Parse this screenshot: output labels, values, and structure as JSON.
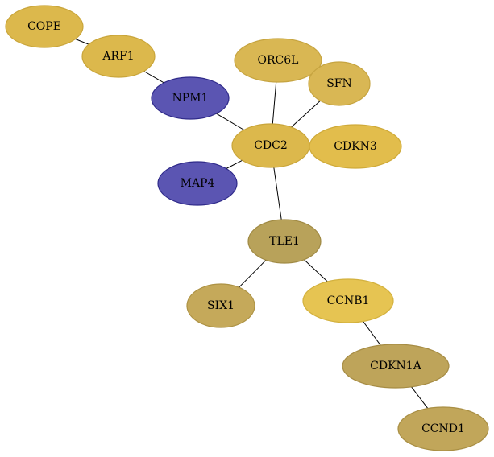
{
  "graph": {
    "nodes": [
      {
        "id": "COPE",
        "label": "COPE",
        "fill": "#dcb84c",
        "stroke": "#c9a53a"
      },
      {
        "id": "ARF1",
        "label": "ARF1",
        "fill": "#dcb84c",
        "stroke": "#c9a53a"
      },
      {
        "id": "ORC6L",
        "label": "ORC6L",
        "fill": "#d9b753",
        "stroke": "#c6a440"
      },
      {
        "id": "SFN",
        "label": "SFN",
        "fill": "#d9b754",
        "stroke": "#c6a440"
      },
      {
        "id": "NPM1",
        "label": "NPM1",
        "fill": "#5b55b2",
        "stroke": "#2f2a8a"
      },
      {
        "id": "CDC2",
        "label": "CDC2",
        "fill": "#dcb84c",
        "stroke": "#c9a53a"
      },
      {
        "id": "CDKN3",
        "label": "CDKN3",
        "fill": "#e2bd4c",
        "stroke": "#cfaa39"
      },
      {
        "id": "MAP4",
        "label": "MAP4",
        "fill": "#5b55b2",
        "stroke": "#2f2a8a"
      },
      {
        "id": "TLE1",
        "label": "TLE1",
        "fill": "#b8a25a",
        "stroke": "#a08a44"
      },
      {
        "id": "SIX1",
        "label": "SIX1",
        "fill": "#c5a95a",
        "stroke": "#ad9244"
      },
      {
        "id": "CCNB1",
        "label": "CCNB1",
        "fill": "#e6c452",
        "stroke": "#d3b13e"
      },
      {
        "id": "CDKN1A",
        "label": "CDKN1A",
        "fill": "#bea45a",
        "stroke": "#a68c44"
      },
      {
        "id": "CCND1",
        "label": "CCND1",
        "fill": "#c1a65a",
        "stroke": "#a98f44"
      }
    ],
    "edges": [
      {
        "from": "COPE",
        "to": "ARF1"
      },
      {
        "from": "ARF1",
        "to": "NPM1"
      },
      {
        "from": "NPM1",
        "to": "CDC2"
      },
      {
        "from": "ORC6L",
        "to": "CDC2"
      },
      {
        "from": "SFN",
        "to": "CDC2"
      },
      {
        "from": "MAP4",
        "to": "CDC2"
      },
      {
        "from": "CDC2",
        "to": "TLE1"
      },
      {
        "from": "TLE1",
        "to": "SIX1"
      },
      {
        "from": "TLE1",
        "to": "CCNB1"
      },
      {
        "from": "CCNB1",
        "to": "CDKN1A"
      },
      {
        "from": "CDKN1A",
        "to": "CCND1"
      }
    ]
  }
}
